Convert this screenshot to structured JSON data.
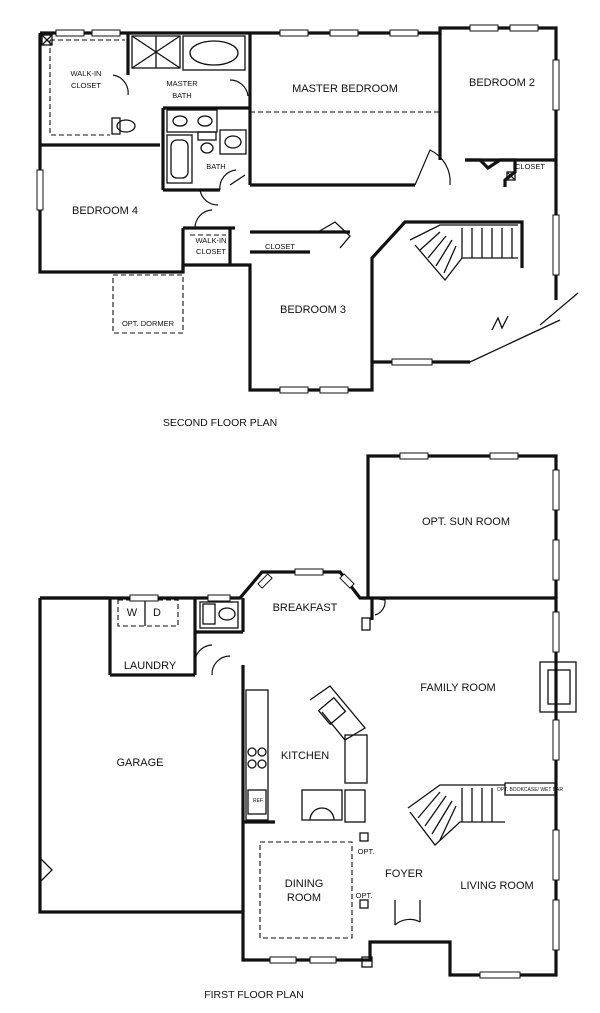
{
  "second_floor": {
    "caption": "SECOND FLOOR PLAN",
    "rooms": {
      "walk_in_closet_1_a": "WALK-IN",
      "walk_in_closet_1_b": "CLOSET",
      "master_bath_a": "MASTER",
      "master_bath_b": "BATH",
      "master_bedroom": "MASTER BEDROOM",
      "bedroom_2": "BEDROOM 2",
      "closet_1": "CLOSET",
      "bath": "BATH",
      "bedroom_4": "BEDROOM 4",
      "walk_in_closet_2_a": "WALK-IN",
      "walk_in_closet_2_b": "CLOSET",
      "closet_2": "CLOSET",
      "opt_dormer": "OPT. DORMER",
      "bedroom_3": "BEDROOM 3"
    }
  },
  "first_floor": {
    "caption": "FIRST FLOOR PLAN",
    "rooms": {
      "opt_sun_room": "OPT. SUN ROOM",
      "breakfast": "BREAKFAST",
      "washer": "W",
      "dryer": "D",
      "laundry": "LAUNDRY",
      "family_room": "FAMILY ROOM",
      "garage": "GARAGE",
      "kitchen": "KITCHEN",
      "ref": "REF",
      "opt_wet_bar": "OPT. BOOKCASE/ WET BAR",
      "opt_1": "OPT.",
      "foyer": "FOYER",
      "dining_room_a": "DINING",
      "dining_room_b": "ROOM",
      "living_room": "LIVING ROOM",
      "opt_2": "OPT."
    }
  }
}
